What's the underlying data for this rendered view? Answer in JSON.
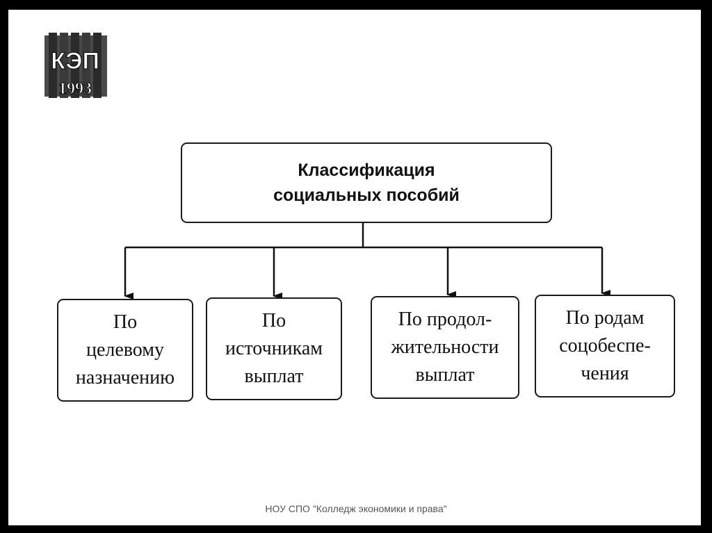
{
  "logo": {
    "letters": "КЭП",
    "year": "1993"
  },
  "diagram": {
    "root": {
      "lines": [
        "Классификация",
        "социальных пособий"
      ]
    },
    "children": [
      {
        "lines": [
          "По",
          "целевому",
          "назначению"
        ]
      },
      {
        "lines": [
          "По",
          "источникам",
          "выплат"
        ]
      },
      {
        "lines": [
          "По продол-",
          "жительности",
          "выплат"
        ]
      },
      {
        "lines": [
          "По родам",
          "соцобеспе-",
          "чения"
        ]
      }
    ]
  },
  "footer": {
    "text": "НОУ СПО \"Колледж экономики и права\""
  }
}
